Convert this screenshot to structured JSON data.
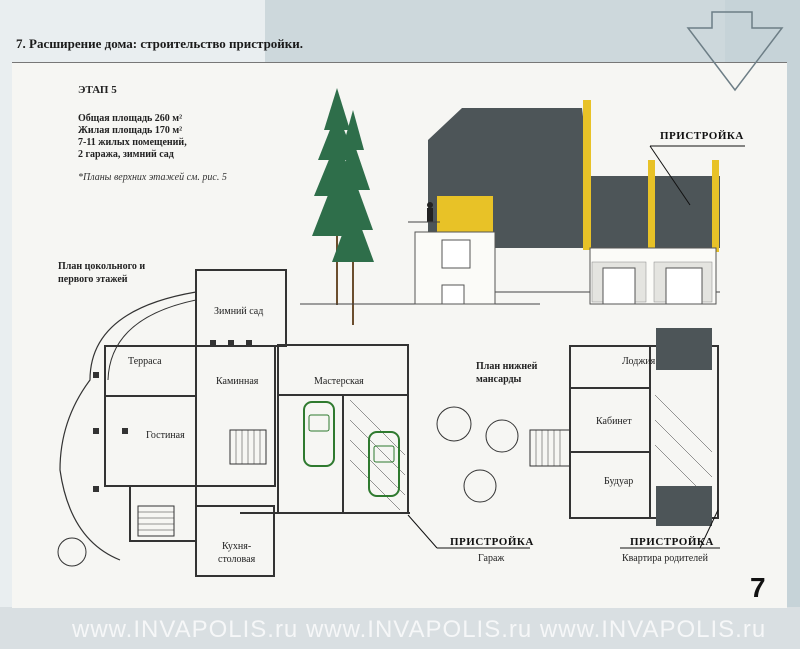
{
  "heading": "7. Расширение дома: строительство пристройки.",
  "stage": "ЭТАП 5",
  "stats": [
    "Общая площадь 260 м²",
    "Жилая площадь 170 м²",
    "7-11 жилых помещений,",
    "2 гаража, зимний сад"
  ],
  "note": "*Планы верхних этажей см. рис. 5",
  "left_plan": {
    "title_line1": "План цокольного и",
    "title_line2": "первого этажей",
    "rooms": {
      "winter_garden": "Зимний сад",
      "terrace": "Терраса",
      "fireplace": "Каминная",
      "workshop": "Мастерская",
      "living": "Гостиная",
      "kitchen_line1": "Кухня-",
      "kitchen_line2": "столовая"
    }
  },
  "right_plan": {
    "title_line1": "План нижней",
    "title_line2": "мансарды",
    "rooms": {
      "loggia": "Лоджия",
      "study": "Кабинет",
      "boudoir": "Будуар"
    }
  },
  "elevation_callout": "ПРИСТРОЙКА",
  "garage_callout": {
    "title": "ПРИСТРОЙКА",
    "subtitle": "Гараж"
  },
  "parents_callout": {
    "title": "ПРИСТРОЙКА",
    "subtitle": "Квартира родителей"
  },
  "page_number": "7",
  "watermark": "www.INVAPOLIS.ru www.INVAPOLIS.ru www.INVAPOLIS.ru",
  "colors": {
    "roof": "#4d5558",
    "accent": "#e8c227",
    "tree": "#2e6e4a",
    "car": "#2f7a2f"
  }
}
